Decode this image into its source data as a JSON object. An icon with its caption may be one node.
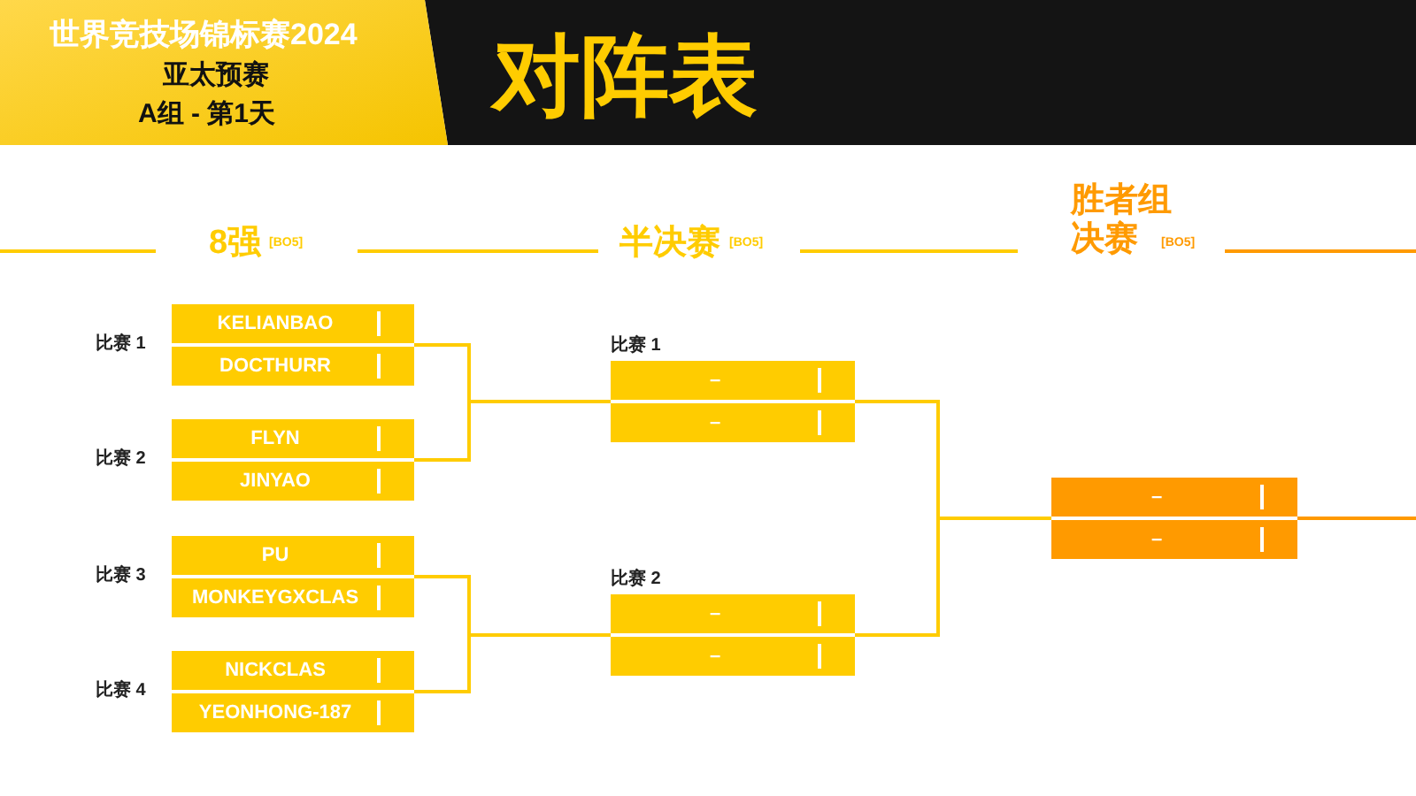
{
  "diagram": {
    "title": "对阵表",
    "nodes": [
      {
        "text": [
          "KELIANBAO",
          "DOCTHURR"
        ],
        "beside": [
          "比赛 1"
        ]
      },
      {
        "text": [
          "FLYN",
          "JINYAO"
        ],
        "beside": [
          "比赛 2"
        ]
      },
      {
        "text": [
          "PU",
          "MONKEYGXCLAS"
        ],
        "beside": [
          "比赛 3"
        ]
      },
      {
        "text": [
          "NICKCLAS",
          "YEONHONG-187"
        ],
        "beside": [
          "比赛 4"
        ]
      },
      {
        "text": [
          "–",
          "–"
        ],
        "beside": [
          "比赛 1"
        ]
      },
      {
        "text": [
          "–",
          "–"
        ],
        "beside": [
          "比赛 2"
        ]
      },
      {
        "text": [
          "–",
          "–"
        ]
      }
    ],
    "edges": [
      {
        "from": 0,
        "to": 4,
        "arrow": "none"
      },
      {
        "from": 1,
        "to": 4,
        "arrow": "none"
      },
      {
        "from": 2,
        "to": 5,
        "arrow": "none"
      },
      {
        "from": 3,
        "to": 5,
        "arrow": "none"
      },
      {
        "from": 4,
        "to": 6,
        "arrow": "none"
      },
      {
        "from": 5,
        "to": 6,
        "arrow": "none"
      },
      {
        "from": 6,
        "to": null,
        "arrow": "none",
        "color": "#ff9900"
      }
    ],
    "labels": [
      "世界竞技场锦标赛2024",
      "亚太预赛",
      "A组 - 第1天",
      "8强",
      "[BO5]",
      "半决赛",
      "[BO5]",
      "胜者组决赛",
      "[BO5]"
    ]
  }
}
